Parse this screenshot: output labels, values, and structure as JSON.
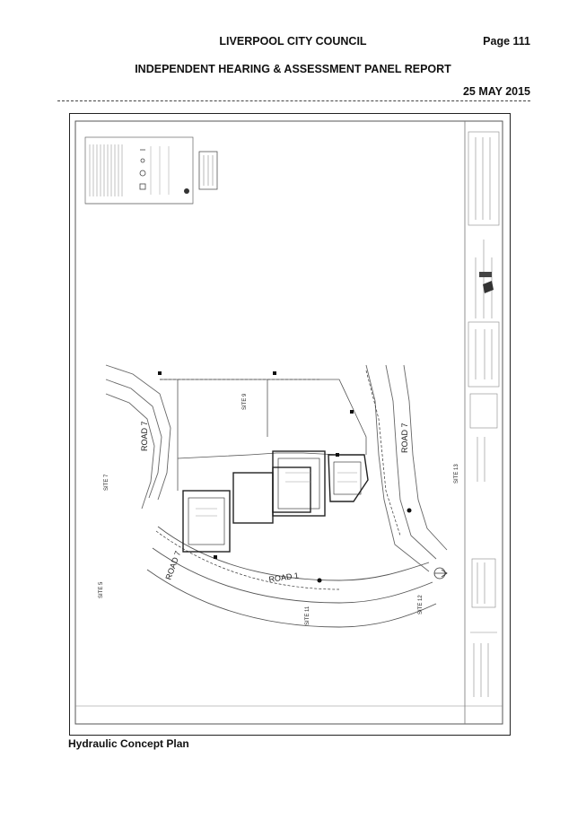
{
  "header": {
    "council": "LIVERPOOL CITY COUNCIL",
    "page": "Page 111",
    "report": "INDEPENDENT HEARING & ASSESSMENT PANEL REPORT",
    "date": "25 MAY 2015"
  },
  "plan": {
    "road_7_left": "ROAD 7",
    "road_7_right": "ROAD 7",
    "road_7_corner": "ROAD 7",
    "road_1": "ROAD 1",
    "site_9": "SITE 9",
    "site_7": "SITE 7",
    "site_5": "SITE 5",
    "site_11": "SITE 11",
    "site_12": "SITE 12",
    "site_13": "SITE 13"
  },
  "caption": "Hydraulic Concept Plan"
}
